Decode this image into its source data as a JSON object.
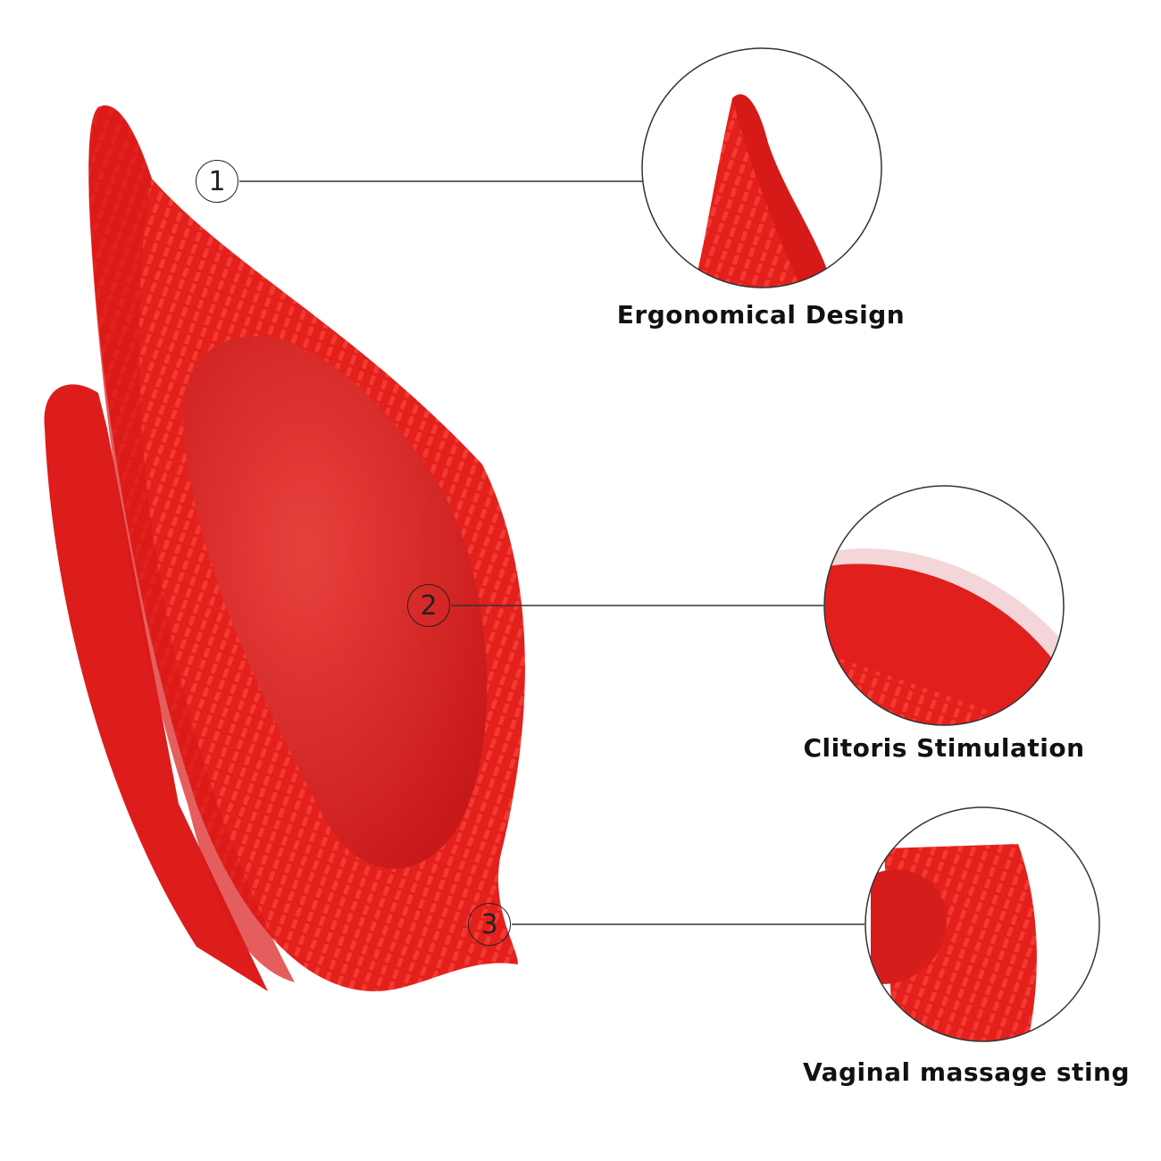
{
  "callouts": [
    {
      "number": "1",
      "label": "Ergonomical Design"
    },
    {
      "number": "2",
      "label": "Clitoris Stimulation"
    },
    {
      "number": "3",
      "label": "Vaginal massage sting"
    }
  ],
  "colors": {
    "product_red": "#e8201e",
    "dark_red": "#c41512",
    "line": "#333333"
  }
}
